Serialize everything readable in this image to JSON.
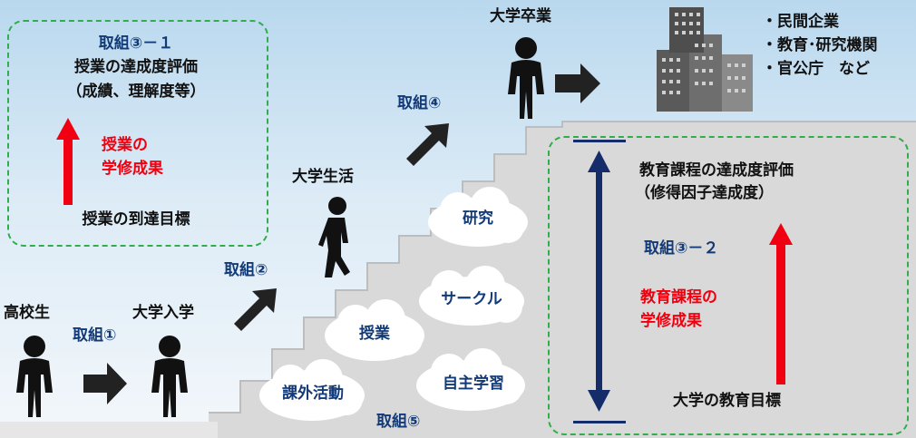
{
  "lesson_box": {
    "initiative": "取組③－１",
    "title": "授業の達成度評価",
    "subtitle": "（成績、理解度等）",
    "outcome_line1": "授業の",
    "outcome_line2": "学修成果",
    "goal": "授業の到達目標"
  },
  "stages": {
    "high_school": "高校生",
    "admission": "大学入学",
    "campus_life": "大学生活",
    "graduation": "大学卒業"
  },
  "initiatives": {
    "i1": "取組①",
    "i2": "取組②",
    "i4": "取組④",
    "i5": "取組⑤"
  },
  "careers": [
    "・民間企業",
    "・教育･研究機関",
    "・官公庁　など"
  ],
  "activities": {
    "research": "研究",
    "circle": "サークル",
    "class": "授業",
    "self_study": "自主学習",
    "extracurricular": "課外活動"
  },
  "curriculum_box": {
    "title": "教育課程の達成度評価",
    "subtitle": "（修得因子達成度）",
    "initiative": "取組③－２",
    "outcome_line1": "教育課程の",
    "outcome_line2": "学修成果",
    "goal": "大学の教育目標"
  },
  "colors": {
    "navy": "#123a78",
    "red": "#f0000f",
    "dashed_border": "#2fae4a",
    "stairs": "#d9d9d9"
  }
}
